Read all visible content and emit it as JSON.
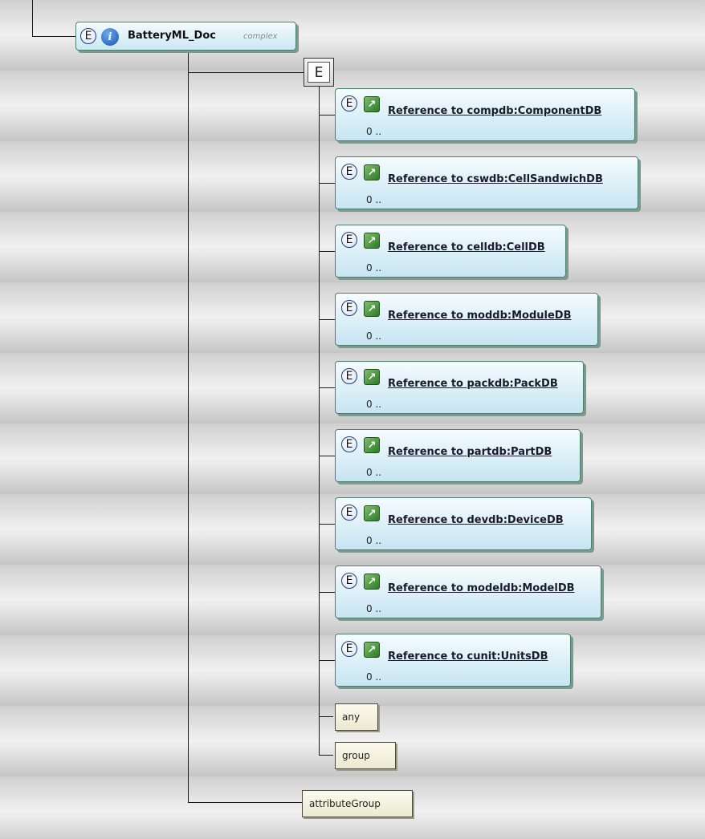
{
  "root": {
    "name": "BatteryML_Doc",
    "type_note": "complex",
    "element_icon": "E",
    "info_icon": "i"
  },
  "sequence": {
    "symbol": "E"
  },
  "children": [
    {
      "label": "Reference to compdb:ComponentDB",
      "cardinality": "0 .."
    },
    {
      "label": "Reference to cswdb:CellSandwichDB",
      "cardinality": "0 .."
    },
    {
      "label": "Reference to celldb:CellDB",
      "cardinality": "0 .."
    },
    {
      "label": "Reference to moddb:ModuleDB",
      "cardinality": "0 .."
    },
    {
      "label": "Reference to packdb:PackDB",
      "cardinality": "0 .."
    },
    {
      "label": "Reference to partdb:PartDB",
      "cardinality": "0 .."
    },
    {
      "label": "Reference to devdb:DeviceDB",
      "cardinality": "0 .."
    },
    {
      "label": "Reference to modeldb:ModelDB",
      "cardinality": "0 .."
    },
    {
      "label": "Reference to cunit:UnitsDB",
      "cardinality": "0 .."
    }
  ],
  "any": {
    "label": "any"
  },
  "group": {
    "label": "group"
  },
  "attribute_group": {
    "label": "attributeGroup"
  },
  "icons": {
    "element": "element-icon",
    "info": "info-icon",
    "reference": "reference-arrow-icon",
    "sequence": "sequence-compositor-icon"
  }
}
